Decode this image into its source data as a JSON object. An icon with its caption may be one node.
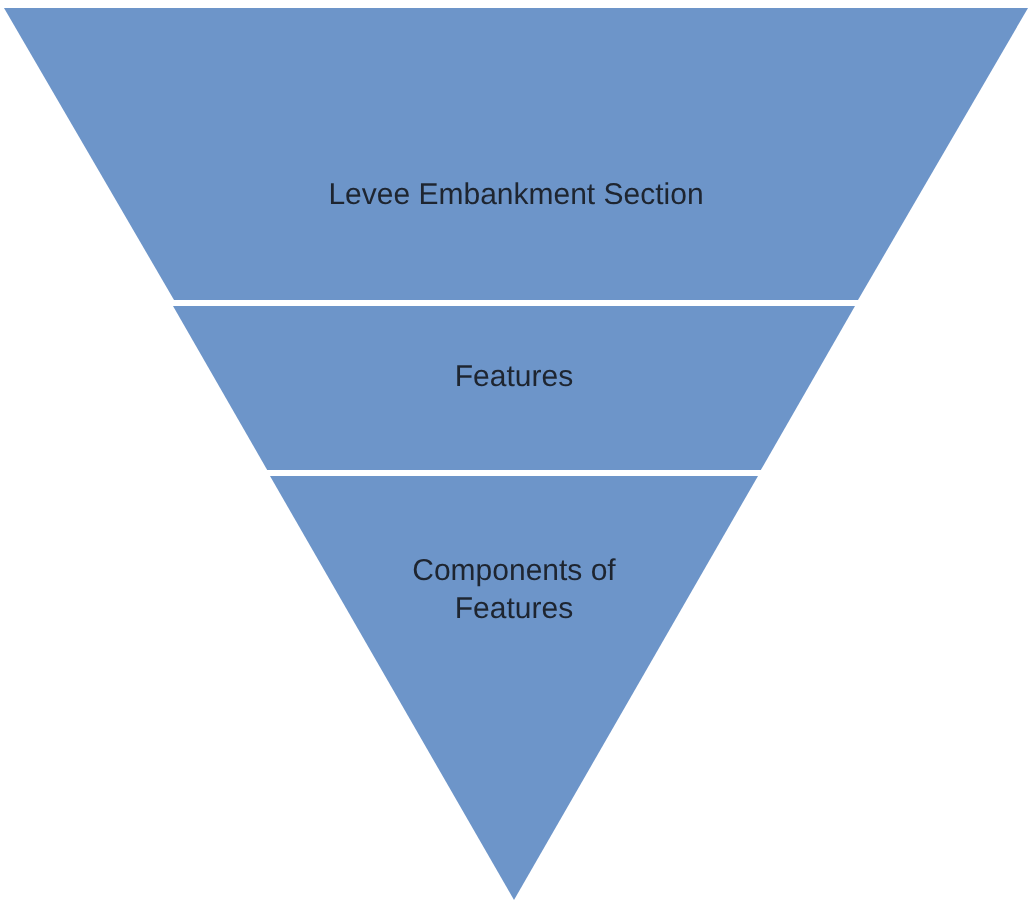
{
  "diagram": {
    "nodes": [
      {
        "text": [
          "Levee Embankment Section"
        ]
      },
      {
        "text": [
          "Features"
        ]
      },
      {
        "text": [
          "Components of Features"
        ]
      }
    ]
  }
}
